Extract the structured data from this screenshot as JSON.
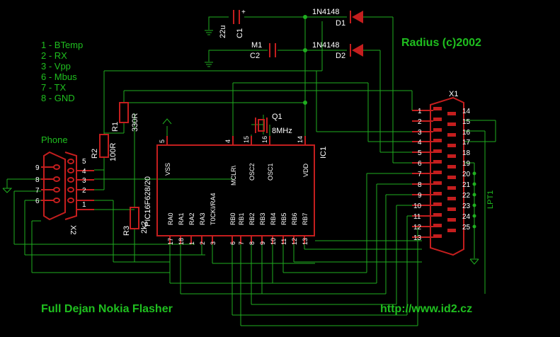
{
  "title": "Full Dejan Nokia Flasher",
  "copyright": "Radius (c)2002",
  "url": "http://www.id2.cz",
  "phone_label": "Phone",
  "pin_legend": [
    "1 - BTemp",
    "2 - RX",
    "3 - Vpp",
    "6 - Mbus",
    "7 - TX",
    "8 - GND"
  ],
  "colors": {
    "wire": "#1fae1f",
    "component": "#c41e1e",
    "text": "#ffffff",
    "accent": "#1fbf1f",
    "background": "#000000"
  },
  "components": {
    "c1": {
      "ref": "C1",
      "value": "22u"
    },
    "c2": {
      "ref": "C2",
      "value": "M1"
    },
    "d1": {
      "ref": "D1",
      "value": "1N4148"
    },
    "d2": {
      "ref": "D2",
      "value": "1N4148"
    },
    "r1": {
      "ref": "R1",
      "value": "330R"
    },
    "r2": {
      "ref": "R2",
      "value": "100R"
    },
    "r3": {
      "ref": "R3",
      "value": "2k2"
    },
    "q1": {
      "ref": "Q1",
      "value": "8MHz"
    },
    "ic1": {
      "ref": "IC1",
      "part": "PIC16F628/20"
    },
    "x1": {
      "ref": "X1"
    },
    "x2": {
      "ref": "X2"
    },
    "lpt": {
      "ref": "LPT1"
    }
  },
  "ic_top_pins": [
    {
      "num": "5",
      "name": "VSS"
    },
    {
      "num": "4",
      "name": "MCLR\\"
    },
    {
      "num": "15",
      "name": "OSC2"
    },
    {
      "num": "16",
      "name": "OSC1"
    },
    {
      "num": "14",
      "name": "VDD"
    }
  ],
  "ic_bottom_pins": [
    {
      "num": "17",
      "name": "RA0"
    },
    {
      "num": "18",
      "name": "RA1"
    },
    {
      "num": "1",
      "name": "RA2"
    },
    {
      "num": "2",
      "name": "RA3"
    },
    {
      "num": "3",
      "name": "T0CKI/RA4"
    },
    {
      "num": "6",
      "name": "RB0"
    },
    {
      "num": "7",
      "name": "RB1"
    },
    {
      "num": "8",
      "name": "RB2"
    },
    {
      "num": "9",
      "name": "RB3"
    },
    {
      "num": "10",
      "name": "RB4"
    },
    {
      "num": "11",
      "name": "RB5"
    },
    {
      "num": "12",
      "name": "RB6"
    },
    {
      "num": "13",
      "name": "RB7"
    }
  ],
  "x2_pins_left": [
    "9",
    "8",
    "7",
    "6"
  ],
  "x2_pins_right": [
    "5",
    "4",
    "3",
    "2",
    "1"
  ],
  "x1_pins_left": [
    "1",
    "2",
    "3",
    "4",
    "5",
    "6",
    "7",
    "8",
    "9",
    "10",
    "11",
    "12",
    "13"
  ],
  "x1_pins_right": [
    "14",
    "15",
    "16",
    "17",
    "18",
    "19",
    "20",
    "21",
    "22",
    "23",
    "24",
    "25"
  ]
}
